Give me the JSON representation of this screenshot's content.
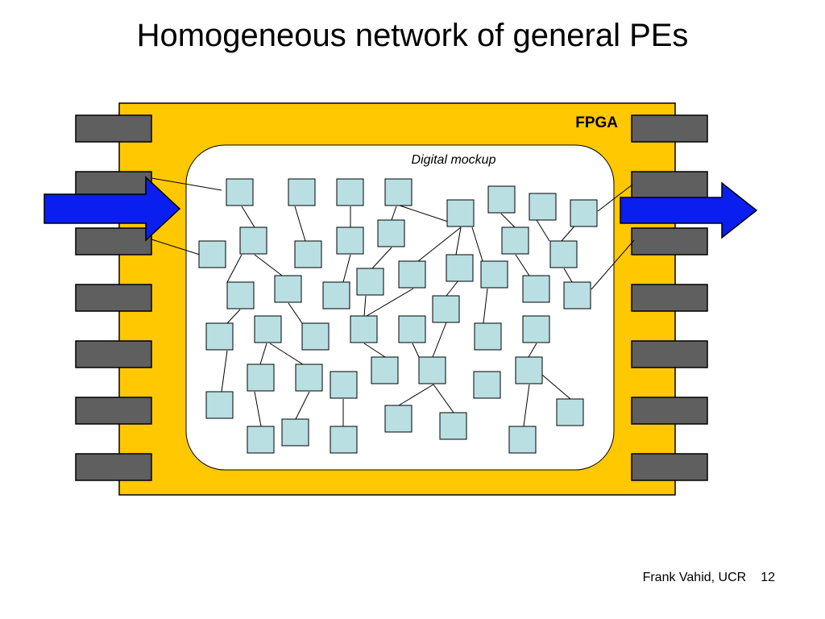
{
  "slide": {
    "title": "Homogeneous network of general PEs",
    "footer_author": "Frank Vahid, UCR",
    "page_number": "12"
  },
  "diagram": {
    "chip_label": "FPGA",
    "mockup_label": "Digital mockup",
    "colors": {
      "chip_fill": "#FFC800",
      "pin_fill": "#5F5F5F",
      "pe_fill": "#B9DFE2",
      "arrow_fill": "#0A1EF0",
      "mockup_fill": "#FFFFFF"
    }
  }
}
